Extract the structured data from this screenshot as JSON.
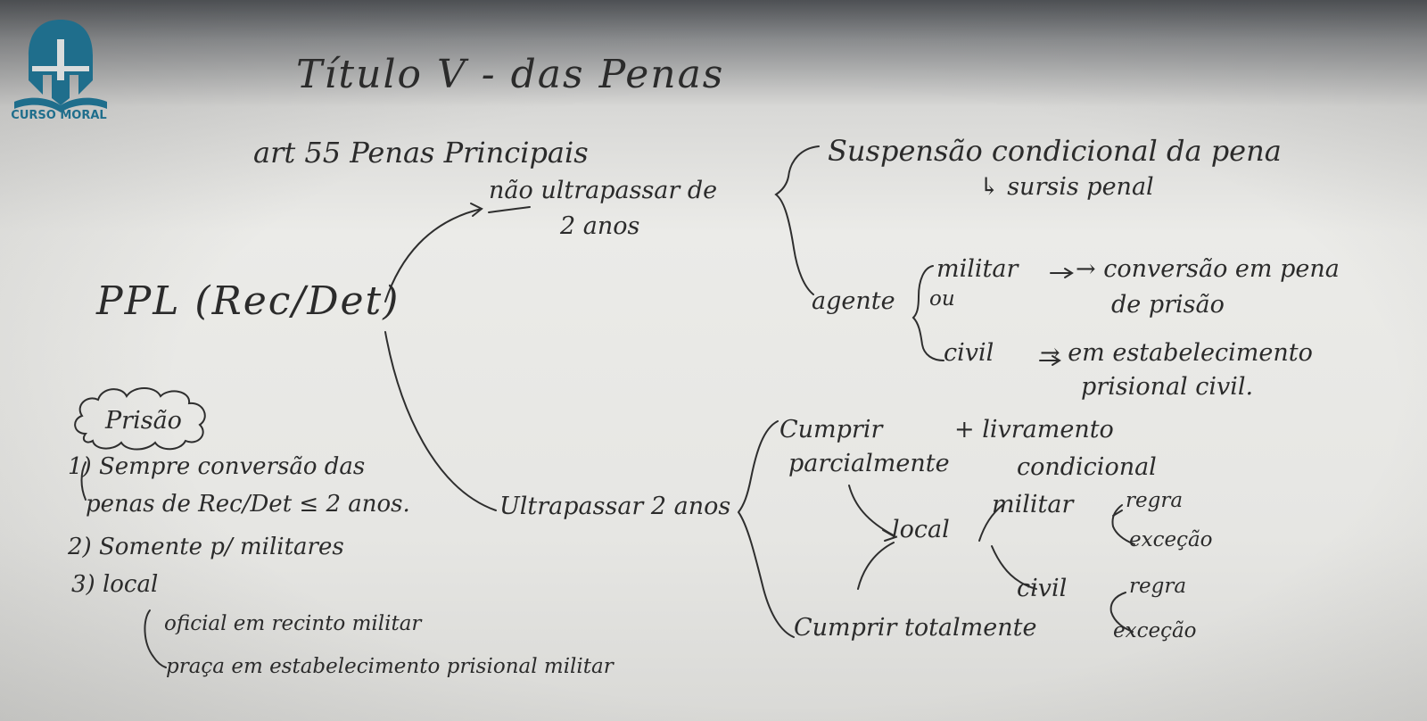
{
  "brand": {
    "name": "CURSO MORAL",
    "color": "#1f6e8c"
  },
  "colors": {
    "ink": "#2b2b2b",
    "board": "#e9e9e6"
  },
  "board": {
    "title": "Título V - das Penas",
    "art": "art 55 Penas Principais",
    "ppl": "PPL (Rec/Det)",
    "branch_top": {
      "label_line1": "não ultrapassar de",
      "label_line2": "2 anos",
      "suspensao_line1": "Suspensão condicional da pena",
      "suspensao_line2": "↳ sursis penal",
      "agente": "agente",
      "militar": "militar",
      "ou": "ou",
      "militar_result_line1": "→ conversão em pena",
      "militar_result_line2": "de prisão",
      "civil": "civil",
      "civil_result_line1": "→ em estabelecimento",
      "civil_result_line2": "prisional civil."
    },
    "branch_bottom": {
      "label": "Ultrapassar 2 anos",
      "cumprir_parcial_line1": "Cumprir",
      "cumprir_parcial_line2": "parcialmente",
      "livramento_line1": "+ livramento",
      "livramento_line2": "condicional",
      "local": "local",
      "militar": "militar",
      "regra1": "regra",
      "excecao1": "exceção",
      "civil": "civil",
      "regra2": "regra",
      "excecao2": "exceção",
      "cumprir_total": "Cumprir totalmente"
    },
    "prisao": {
      "title": "Prisão",
      "item1_line1": "1) Sempre conversão das",
      "item1_line2": "penas de Rec/Det ≤ 2 anos.",
      "item2": "2) Somente p/ militares",
      "item3": "3) local",
      "oficial": "oficial em recinto militar",
      "praca": "praça em estabelecimento prisional militar"
    }
  }
}
